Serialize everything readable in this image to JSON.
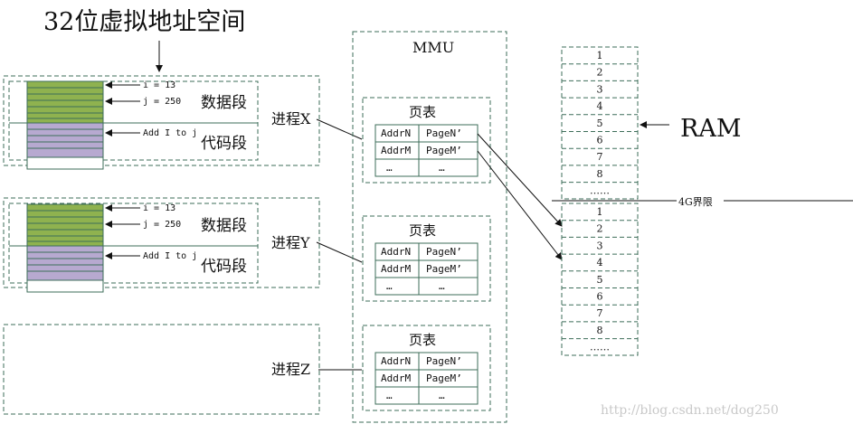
{
  "title": "32位虚拟地址空间",
  "mmu_label": "MMU",
  "ram_label": "RAM",
  "limit_label": "4G界限",
  "watermark": "http://blog.csdn.net/dog250",
  "processes": [
    {
      "label": "进程X",
      "data_segment": "数据段",
      "code_segment": "代码段",
      "var_i": "i = 13",
      "var_j": "j = 250",
      "instr": "Add I to j",
      "page_table": {
        "title": "页表",
        "rows": [
          [
            "AddrN",
            "PageN’"
          ],
          [
            "AddrM",
            "PageM’"
          ],
          [
            "…",
            "…"
          ]
        ]
      }
    },
    {
      "label": "进程Y",
      "data_segment": "数据段",
      "code_segment": "代码段",
      "var_i": "i = 13",
      "var_j": "j = 250",
      "instr": "Add I to j",
      "page_table": {
        "title": "页表",
        "rows": [
          [
            "AddrN",
            "PageN’"
          ],
          [
            "AddrM",
            "PageM’"
          ],
          [
            "…",
            "…"
          ]
        ]
      }
    },
    {
      "label": "进程Z",
      "page_table": {
        "title": "页表",
        "rows": [
          [
            "AddrN",
            "PageN’"
          ],
          [
            "AddrM",
            "PageM’"
          ],
          [
            "…",
            "…"
          ]
        ]
      }
    }
  ],
  "ram_upper": [
    "1",
    "2",
    "3",
    "4",
    "5",
    "6",
    "7",
    "8",
    "……"
  ],
  "ram_lower": [
    "1",
    "2",
    "3",
    "4",
    "5",
    "6",
    "7",
    "8",
    "……"
  ],
  "colors": {
    "data_fill": "#8fb24f",
    "code_fill": "#b7a9d0",
    "border": "#3e6e5a"
  }
}
